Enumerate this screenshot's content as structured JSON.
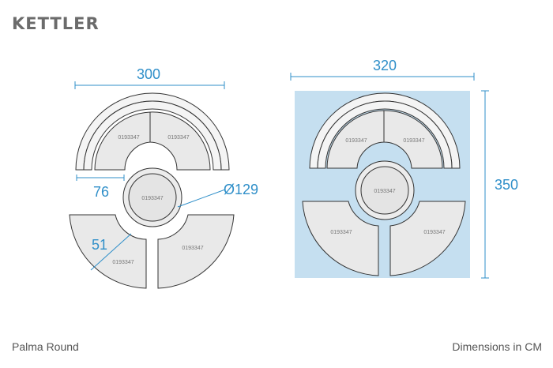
{
  "brand": "KETTLER",
  "product_name": "Palma Round",
  "units_note": "Dimensions in CM",
  "part_code": "0193347",
  "dimensions": {
    "left_width": "300",
    "seat_depth": "76",
    "table_diameter": "Ø129",
    "corner_depth": "51",
    "right_width": "320",
    "right_height": "350"
  },
  "colors": {
    "dimension": "#2f8fc9",
    "footprint": "#c5dff0"
  }
}
